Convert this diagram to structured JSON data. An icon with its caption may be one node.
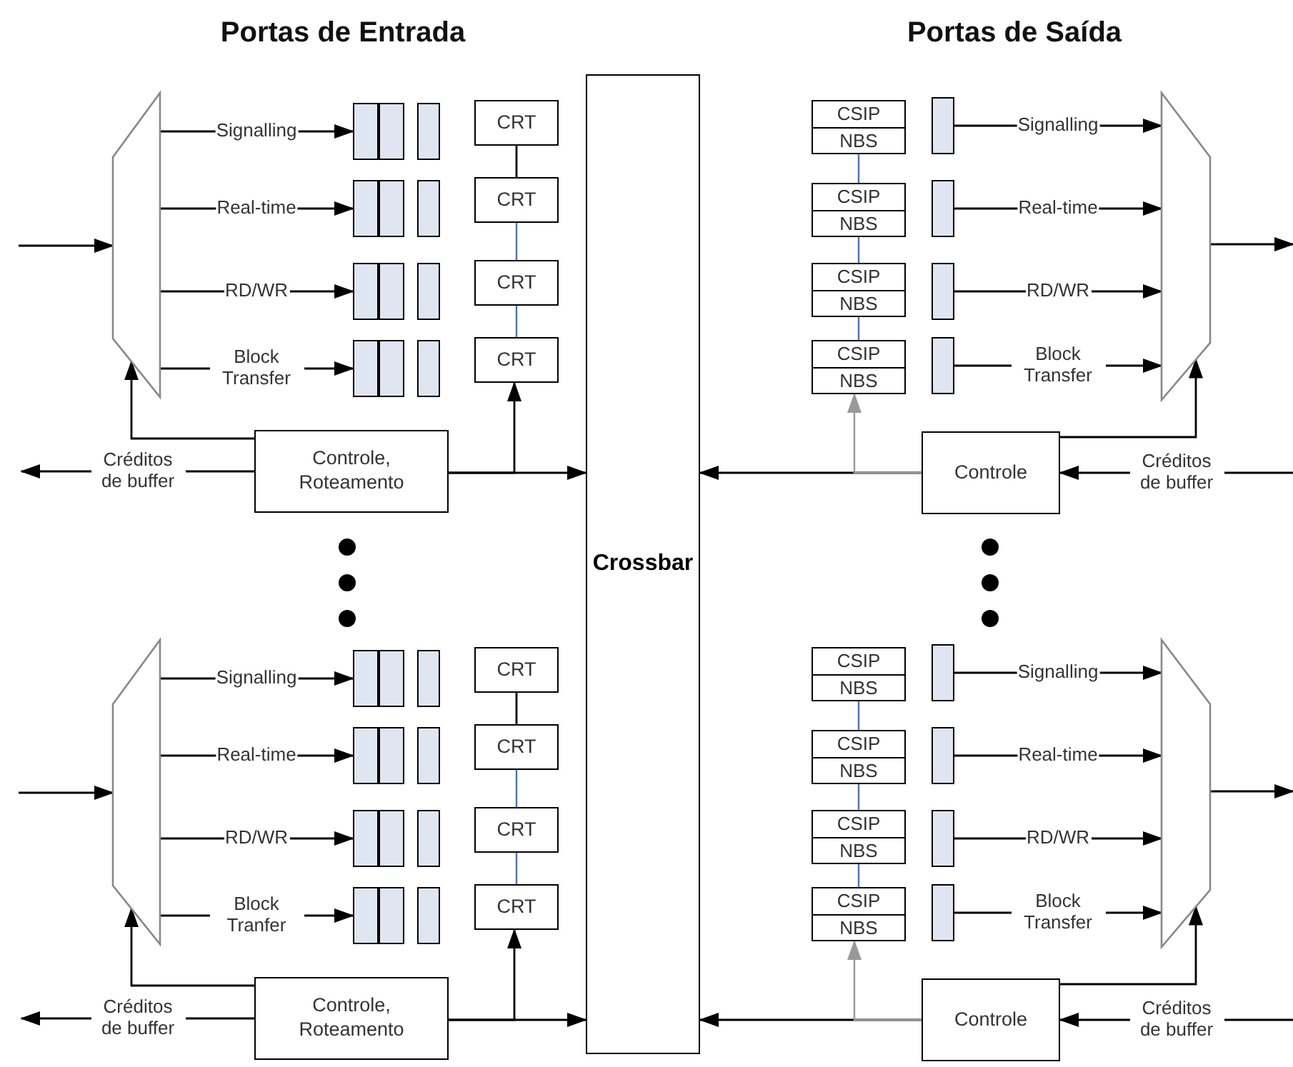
{
  "diagram": {
    "nodes": [
      {
        "text": [],
        "shape": "trapezoid"
      },
      {
        "text": [],
        "shape": "box"
      },
      {
        "text": [],
        "shape": "box"
      },
      {
        "text": [
          "CRT"
        ]
      },
      {
        "text": [],
        "shape": "box"
      },
      {
        "text": [],
        "shape": "box"
      },
      {
        "text": [
          "CRT"
        ]
      },
      {
        "text": [],
        "shape": "box"
      },
      {
        "text": [],
        "shape": "box"
      },
      {
        "text": [
          "CRT"
        ]
      },
      {
        "text": [],
        "shape": "box"
      },
      {
        "text": [],
        "shape": "box"
      },
      {
        "text": [
          "CRT"
        ]
      },
      {
        "text": [
          "Controle, Roteamento"
        ]
      },
      {
        "text": [
          "Crossbar"
        ]
      },
      {
        "text": [
          "CSIP",
          "NBS"
        ]
      },
      {
        "text": [],
        "shape": "box"
      },
      {
        "text": [
          "CSIP",
          "NBS"
        ]
      },
      {
        "text": [],
        "shape": "box"
      },
      {
        "text": [
          "CSIP",
          "NBS"
        ]
      },
      {
        "text": [],
        "shape": "box"
      },
      {
        "text": [
          "CSIP",
          "NBS"
        ]
      },
      {
        "text": [],
        "shape": "box"
      },
      {
        "text": [],
        "shape": "trapezoid"
      },
      {
        "text": [
          "Controle"
        ]
      },
      {
        "text": [],
        "shape": "trapezoid"
      },
      {
        "text": [],
        "shape": "box"
      },
      {
        "text": [],
        "shape": "box"
      },
      {
        "text": [
          "CRT"
        ]
      },
      {
        "text": [],
        "shape": "box"
      },
      {
        "text": [],
        "shape": "box"
      },
      {
        "text": [
          "CRT"
        ]
      },
      {
        "text": [],
        "shape": "box"
      },
      {
        "text": [],
        "shape": "box"
      },
      {
        "text": [
          "CRT"
        ]
      },
      {
        "text": [],
        "shape": "box"
      },
      {
        "text": [],
        "shape": "box"
      },
      {
        "text": [
          "CRT"
        ]
      },
      {
        "text": [
          "Controle, Roteamento"
        ]
      },
      {
        "text": [
          "CSIP",
          "NBS"
        ]
      },
      {
        "text": [],
        "shape": "box"
      },
      {
        "text": [
          "CSIP",
          "NBS"
        ]
      },
      {
        "text": [],
        "shape": "box"
      },
      {
        "text": [
          "CSIP",
          "NBS"
        ]
      },
      {
        "text": [],
        "shape": "box"
      },
      {
        "text": [
          "CSIP",
          "NBS"
        ]
      },
      {
        "text": [],
        "shape": "box"
      },
      {
        "text": [],
        "shape": "trapezoid"
      },
      {
        "text": [
          "Controle"
        ]
      }
    ],
    "edges": [
      {
        "from": null,
        "to": 0,
        "arrow": "to"
      },
      {
        "from": 0,
        "to": 1,
        "label": "Signalling",
        "arrow": "to"
      },
      {
        "from": 0,
        "to": 4,
        "label": "Real-time",
        "arrow": "to"
      },
      {
        "from": 0,
        "to": 7,
        "label": "RD/WR",
        "arrow": "to"
      },
      {
        "from": 0,
        "to": 10,
        "label": "Block Transfer",
        "arrow": "to"
      },
      {
        "from": 3,
        "to": 6,
        "arrow": "none"
      },
      {
        "from": 6,
        "to": 9,
        "arrow": "none",
        "color": "#4472c4"
      },
      {
        "from": 9,
        "to": 12,
        "arrow": "none",
        "color": "#4472c4"
      },
      {
        "from": 13,
        "to": null,
        "label": "Créditos de buffer",
        "arrow": "to"
      },
      {
        "from": 13,
        "to": 0,
        "arrow": "to"
      },
      {
        "from": 13,
        "to": 14,
        "arrow": "to"
      },
      {
        "from": 13,
        "to": 12,
        "arrow": "to"
      },
      {
        "from": 16,
        "to": 23,
        "label": "Signalling",
        "arrow": "to"
      },
      {
        "from": 18,
        "to": 23,
        "label": "Real-time",
        "arrow": "to"
      },
      {
        "from": 20,
        "to": 23,
        "label": "RD/WR",
        "arrow": "to"
      },
      {
        "from": 22,
        "to": 23,
        "label": "Block Transfer",
        "arrow": "to"
      },
      {
        "from": 23,
        "to": null,
        "arrow": "to"
      },
      {
        "from": 15,
        "to": 17,
        "arrow": "none",
        "color": "#4472c4"
      },
      {
        "from": 17,
        "to": 19,
        "arrow": "none",
        "color": "#4472c4"
      },
      {
        "from": 19,
        "to": 21,
        "arrow": "none",
        "color": "#4472c4"
      },
      {
        "from": null,
        "to": 24,
        "label": "Créditos de buffer",
        "arrow": "to"
      },
      {
        "from": 24,
        "to": 23,
        "arrow": "to"
      },
      {
        "from": 24,
        "to": 14,
        "arrow": "to"
      },
      {
        "from": 24,
        "to": 21,
        "arrow": "to",
        "color": "#999999"
      },
      {
        "from": null,
        "to": 25,
        "arrow": "to"
      },
      {
        "from": 25,
        "to": 26,
        "label": "Signalling",
        "arrow": "to"
      },
      {
        "from": 25,
        "to": 29,
        "label": "Real-time",
        "arrow": "to"
      },
      {
        "from": 25,
        "to": 32,
        "label": "RD/WR",
        "arrow": "to"
      },
      {
        "from": 25,
        "to": 35,
        "label": "Block Tranfer",
        "arrow": "to"
      },
      {
        "from": 28,
        "to": 31,
        "arrow": "none"
      },
      {
        "from": 31,
        "to": 34,
        "arrow": "none",
        "color": "#4472c4"
      },
      {
        "from": 34,
        "to": 37,
        "arrow": "none",
        "color": "#4472c4"
      },
      {
        "from": 38,
        "to": null,
        "label": "Créditos de buffer",
        "arrow": "to"
      },
      {
        "from": 38,
        "to": 25,
        "arrow": "to"
      },
      {
        "from": 38,
        "to": 14,
        "arrow": "to"
      },
      {
        "from": 38,
        "to": 37,
        "arrow": "to"
      },
      {
        "from": 40,
        "to": 47,
        "label": "Signalling",
        "arrow": "to"
      },
      {
        "from": 42,
        "to": 47,
        "label": "Real-time",
        "arrow": "to"
      },
      {
        "from": 44,
        "to": 47,
        "label": "RD/WR",
        "arrow": "to"
      },
      {
        "from": 46,
        "to": 47,
        "label": "Block Transfer",
        "arrow": "to"
      },
      {
        "from": 47,
        "to": null,
        "arrow": "to"
      },
      {
        "from": 39,
        "to": 41,
        "arrow": "none",
        "color": "#4472c4"
      },
      {
        "from": 41,
        "to": 43,
        "arrow": "none",
        "color": "#4472c4"
      },
      {
        "from": 43,
        "to": 45,
        "arrow": "none",
        "color": "#4472c4"
      },
      {
        "from": null,
        "to": 48,
        "label": "Créditos de buffer",
        "arrow": "to"
      },
      {
        "from": 48,
        "to": 47,
        "arrow": "to"
      },
      {
        "from": 48,
        "to": 14,
        "arrow": "to"
      },
      {
        "from": 48,
        "to": 45,
        "arrow": "to",
        "color": "#999999"
      }
    ],
    "labels": [
      "Portas de Entrada",
      "Portas de Saída"
    ]
  }
}
